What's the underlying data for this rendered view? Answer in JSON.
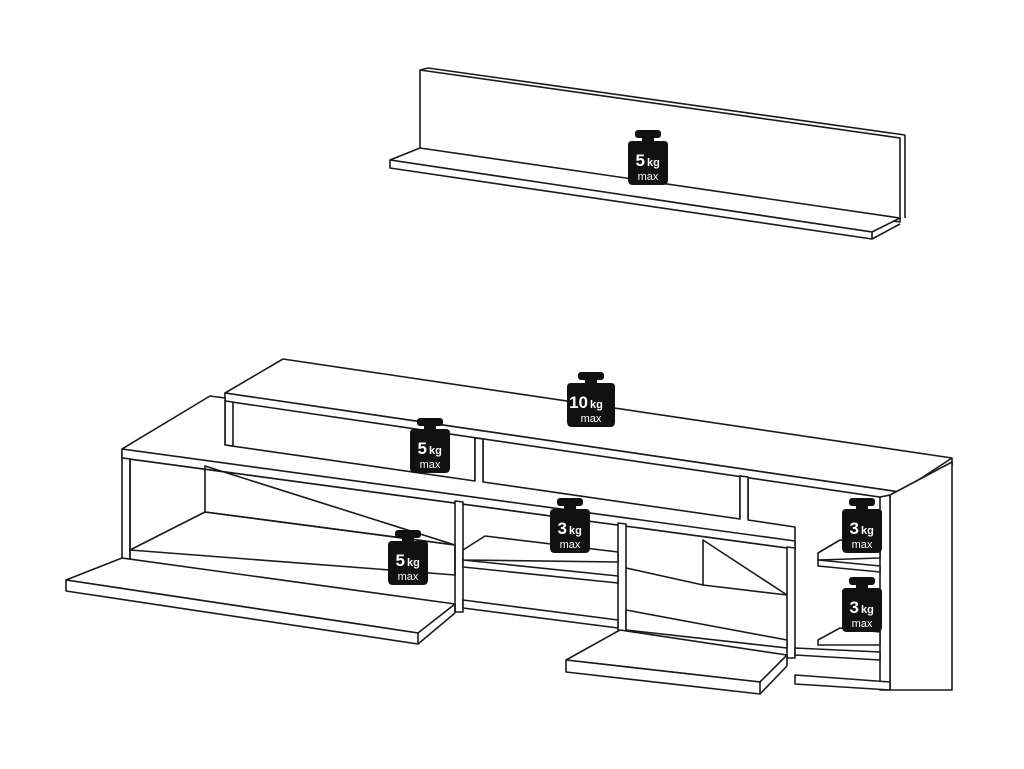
{
  "weights": [
    {
      "id": "wall-shelf",
      "value": "5",
      "unit": "kg",
      "limit": "max"
    },
    {
      "id": "top-shelf",
      "value": "10",
      "unit": "kg",
      "limit": "max"
    },
    {
      "id": "left-top-surface",
      "value": "5",
      "unit": "kg",
      "limit": "max"
    },
    {
      "id": "left-door-flap",
      "value": "5",
      "unit": "kg",
      "limit": "max"
    },
    {
      "id": "middle-compartment",
      "value": "3",
      "unit": "kg",
      "limit": "max"
    },
    {
      "id": "right-upper-shelf",
      "value": "3",
      "unit": "kg",
      "limit": "max"
    },
    {
      "id": "right-lower-shelf",
      "value": "3",
      "unit": "kg",
      "limit": "max"
    }
  ]
}
